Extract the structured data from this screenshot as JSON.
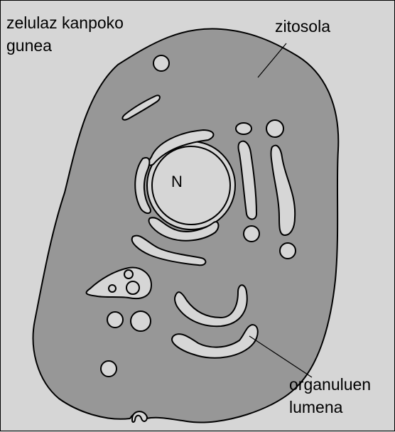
{
  "labels": {
    "extracellular_line1": "zelulaz kanpoko",
    "extracellular_line2": "gunea",
    "cytosol": "zitosola",
    "nucleus": "N",
    "lumen_line1": "organuluen",
    "lumen_line2": "lumena"
  },
  "colors": {
    "background": "#d6d6d6",
    "cytosol": "#979797",
    "lumen": "#d6d6d6",
    "outline": "#000000"
  }
}
